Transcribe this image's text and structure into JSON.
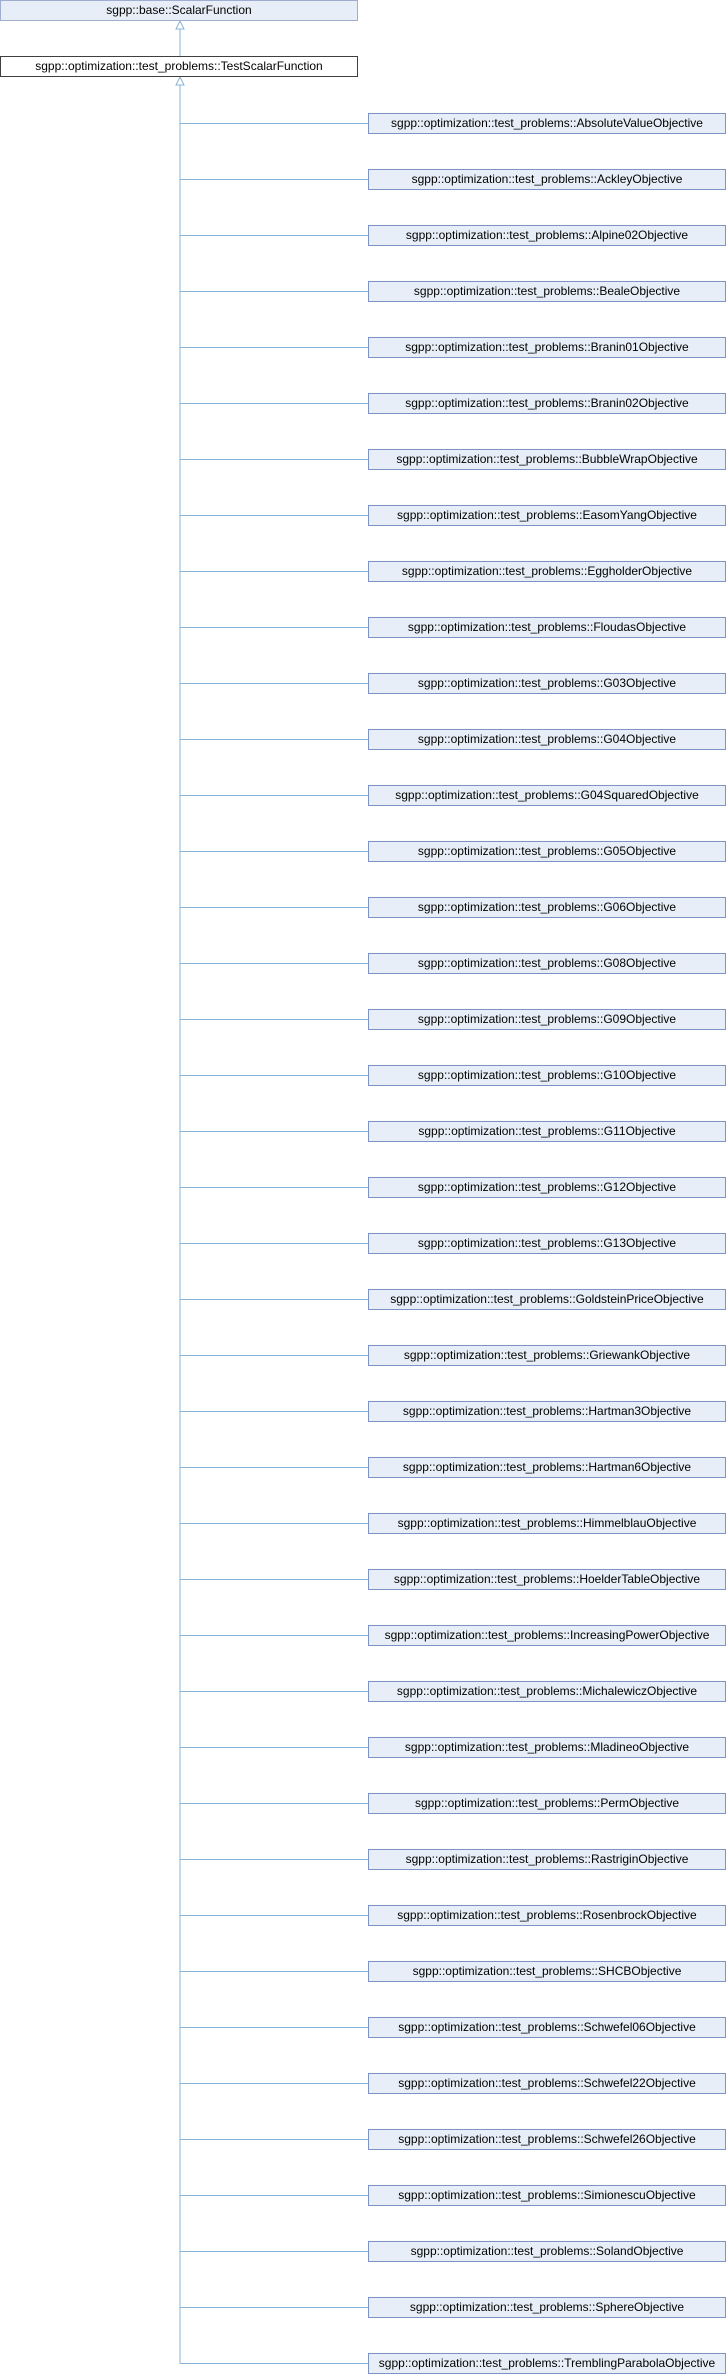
{
  "base_class": "sgpp::base::ScalarFunction",
  "current_class": "sgpp::optimization::test_problems::TestScalarFunction",
  "derived_classes": [
    "sgpp::optimization::test_problems::AbsoluteValueObjective",
    "sgpp::optimization::test_problems::AckleyObjective",
    "sgpp::optimization::test_problems::Alpine02Objective",
    "sgpp::optimization::test_problems::BealeObjective",
    "sgpp::optimization::test_problems::Branin01Objective",
    "sgpp::optimization::test_problems::Branin02Objective",
    "sgpp::optimization::test_problems::BubbleWrapObjective",
    "sgpp::optimization::test_problems::EasomYangObjective",
    "sgpp::optimization::test_problems::EggholderObjective",
    "sgpp::optimization::test_problems::FloudasObjective",
    "sgpp::optimization::test_problems::G03Objective",
    "sgpp::optimization::test_problems::G04Objective",
    "sgpp::optimization::test_problems::G04SquaredObjective",
    "sgpp::optimization::test_problems::G05Objective",
    "sgpp::optimization::test_problems::G06Objective",
    "sgpp::optimization::test_problems::G08Objective",
    "sgpp::optimization::test_problems::G09Objective",
    "sgpp::optimization::test_problems::G10Objective",
    "sgpp::optimization::test_problems::G11Objective",
    "sgpp::optimization::test_problems::G12Objective",
    "sgpp::optimization::test_problems::G13Objective",
    "sgpp::optimization::test_problems::GoldsteinPriceObjective",
    "sgpp::optimization::test_problems::GriewankObjective",
    "sgpp::optimization::test_problems::Hartman3Objective",
    "sgpp::optimization::test_problems::Hartman6Objective",
    "sgpp::optimization::test_problems::HimmelblauObjective",
    "sgpp::optimization::test_problems::HoelderTableObjective",
    "sgpp::optimization::test_problems::IncreasingPowerObjective",
    "sgpp::optimization::test_problems::MichalewiczObjective",
    "sgpp::optimization::test_problems::MladineoObjective",
    "sgpp::optimization::test_problems::PermObjective",
    "sgpp::optimization::test_problems::RastriginObjective",
    "sgpp::optimization::test_problems::RosenbrockObjective",
    "sgpp::optimization::test_problems::SHCBObjective",
    "sgpp::optimization::test_problems::Schwefel06Objective",
    "sgpp::optimization::test_problems::Schwefel22Objective",
    "sgpp::optimization::test_problems::Schwefel26Objective",
    "sgpp::optimization::test_problems::SimionescuObjective",
    "sgpp::optimization::test_problems::SolandObjective",
    "sgpp::optimization::test_problems::SphereObjective",
    "sgpp::optimization::test_problems::TremblingParabolaObjective"
  ],
  "colors": {
    "connector": "#87b3d8",
    "base_fill": "#e8eef7",
    "base_border": "#9daed1",
    "derived_border": "#7c93c5",
    "current_border": "#3f3f3f"
  }
}
